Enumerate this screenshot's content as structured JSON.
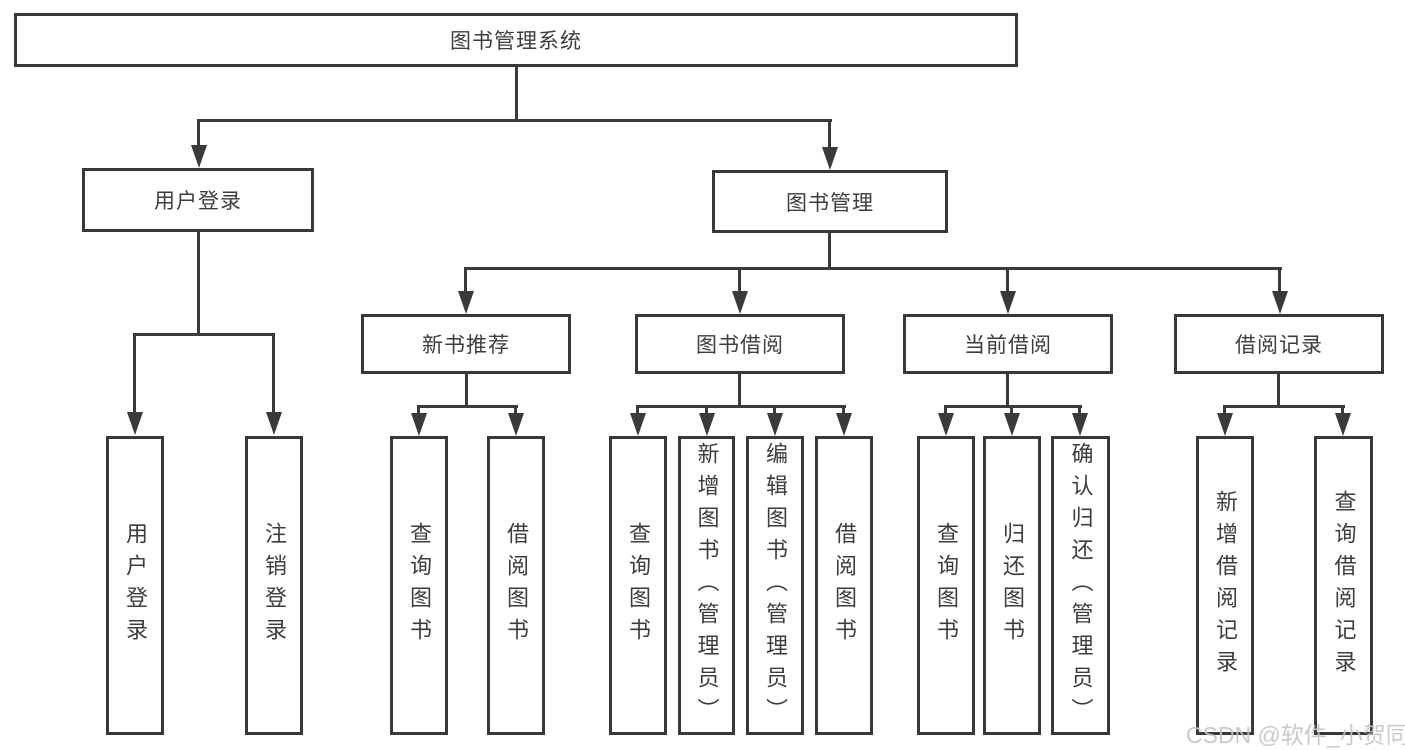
{
  "diagram": {
    "type": "tree",
    "root": {
      "label": "图书管理系统",
      "children": [
        {
          "label": "用户登录",
          "children": [
            {
              "label": "用户登录"
            },
            {
              "label": "注销登录"
            }
          ]
        },
        {
          "label": "图书管理",
          "children": [
            {
              "label": "新书推荐",
              "children": [
                {
                  "label": "查询图书"
                },
                {
                  "label": "借阅图书"
                }
              ]
            },
            {
              "label": "图书借阅",
              "children": [
                {
                  "label": "查询图书"
                },
                {
                  "label": "新增图书（管理员）"
                },
                {
                  "label": "编辑图书（管理员）"
                },
                {
                  "label": "借阅图书"
                }
              ]
            },
            {
              "label": "当前借阅",
              "children": [
                {
                  "label": "查询图书"
                },
                {
                  "label": "归还图书"
                },
                {
                  "label": "确认归还（管理员）"
                }
              ]
            },
            {
              "label": "借阅记录",
              "children": [
                {
                  "label": "新增借阅记录"
                },
                {
                  "label": "查询借阅记录"
                }
              ]
            }
          ]
        }
      ]
    }
  },
  "watermark": {
    "text": "CSDN @软件_小贺同学"
  },
  "colors": {
    "line": "#3a3a3a",
    "text": "#3d3d3d",
    "watermark": "#c5c5c5",
    "background": "#ffffff"
  }
}
